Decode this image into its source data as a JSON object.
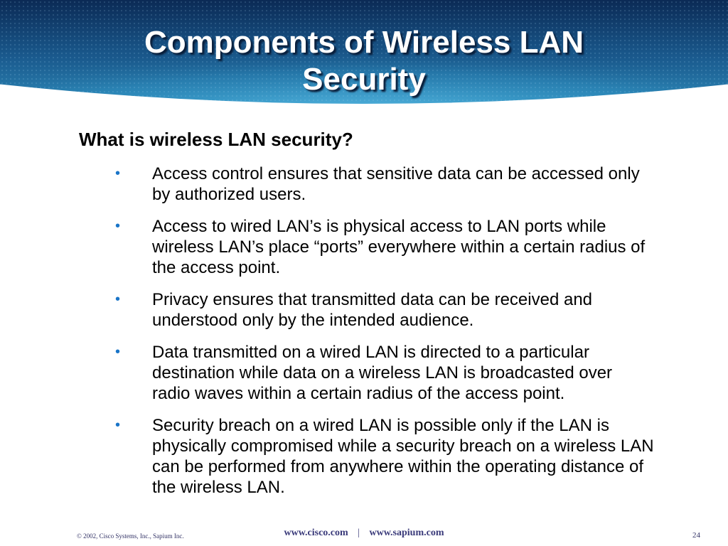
{
  "slide": {
    "title_line1": "Components of Wireless LAN",
    "title_line2": "Security",
    "heading": "What is wireless LAN security?",
    "bullets": [
      "Access control ensures that sensitive data can be accessed only by authorized users.",
      "Access to wired LAN’s is physical access to LAN ports while wireless LAN’s place “ports” everywhere within a certain radius of the access point.",
      "Privacy ensures that transmitted data can be received and understood only by the intended audience.",
      "Data transmitted on a wired LAN is directed to a particular destination while data on a wireless LAN is broadcasted over radio waves within a certain radius of the access point.",
      "Security breach on a wired LAN is possible only if the LAN is physically compromised while a security breach on a wireless LAN can be performed from anywhere within the operating distance of the wireless LAN."
    ],
    "bullet_glyph": "•"
  },
  "footer": {
    "copyright": "© 2002, Cisco Systems, Inc., Sapium Inc.",
    "url_cisco": "www.cisco.com",
    "separator": "|",
    "url_sapium": "www.sapium.com",
    "page_number": "24"
  },
  "colors": {
    "banner_dark": "#0b2a55",
    "banner_light": "#2f8fbf",
    "bullet": "#1a75c8",
    "footer_text": "#3a3a7a"
  }
}
